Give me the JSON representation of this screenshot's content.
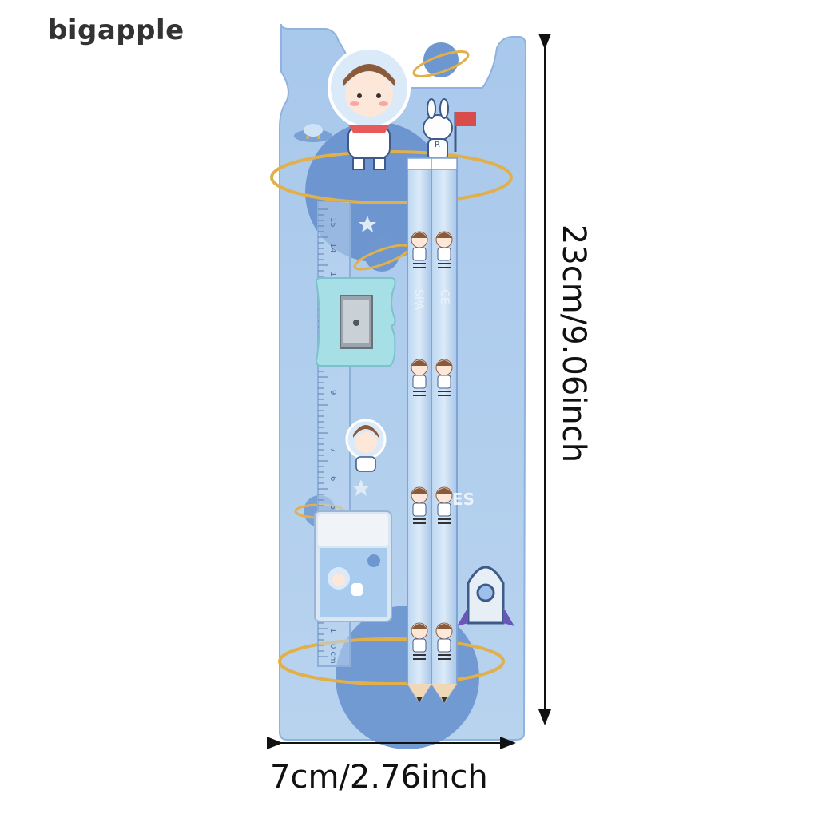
{
  "brand": {
    "name": "bigapple"
  },
  "product": {
    "height_label": "23cm/9.06inch",
    "width_label": "7cm/2.76inch",
    "ruler_numbers": [
      "15",
      "14",
      "13",
      "9",
      "7",
      "6",
      "5",
      "1",
      "0 cm"
    ],
    "pencil_text": [
      "SPA",
      "CE"
    ],
    "eraser_text": "ES",
    "rabbit_badge": "R"
  },
  "colors": {
    "card": "#a9c9ea",
    "card_dark": "#7fa9d8",
    "planet": "#6e97d0",
    "ring": "#e2b04a",
    "sharpener": "#a6e0e6",
    "arrow": "#111111"
  }
}
